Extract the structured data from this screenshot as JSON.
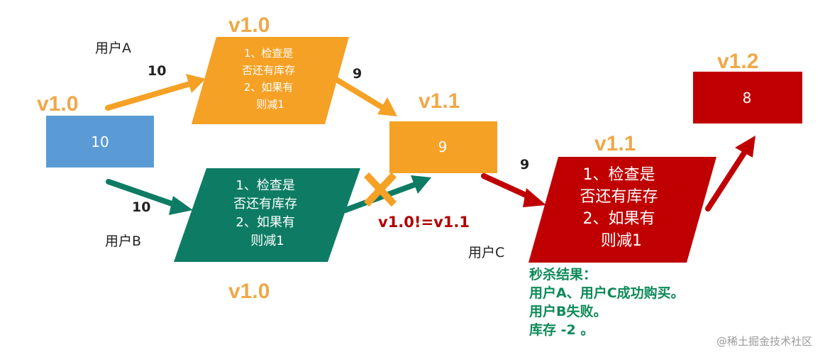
{
  "colors": {
    "orange": "#F5A125",
    "teal": "#0E7C64",
    "blue": "#5B9BD5",
    "red": "#C00000",
    "version_text": "#F0A848",
    "result_text": "#0E8A58"
  },
  "stock_box_initial": {
    "version": "v1.0",
    "value": "10"
  },
  "user_a": {
    "label": "用户A",
    "read_value": "10",
    "process_version": "v1.0",
    "process_lines": [
      "1、检查是",
      "否还有库存",
      "2、如果有",
      "则减1"
    ],
    "write_value": "9"
  },
  "stock_box_mid": {
    "version": "v1.1",
    "value": "9"
  },
  "user_b": {
    "label": "用户B",
    "read_value": "10",
    "process_version": "v1.0",
    "process_lines": [
      "1、检查是",
      "否还有库存",
      "2、如果有",
      "则减1"
    ]
  },
  "conflict": {
    "mark": "✖",
    "text": "v1.0!=v1.1"
  },
  "user_c": {
    "label": "用户C",
    "read_value": "9",
    "process_version": "v1.1",
    "process_lines": [
      "1、检查是",
      "否还有库存",
      "2、如果有",
      "则减1"
    ]
  },
  "stock_box_final": {
    "version": "v1.2",
    "value": "8"
  },
  "result": {
    "lines": [
      "秒杀结果：",
      "用户A、用户C成功购买。",
      "用户B失败。",
      "库存 -2 。"
    ]
  },
  "watermark": "@稀土掘金技术社区"
}
